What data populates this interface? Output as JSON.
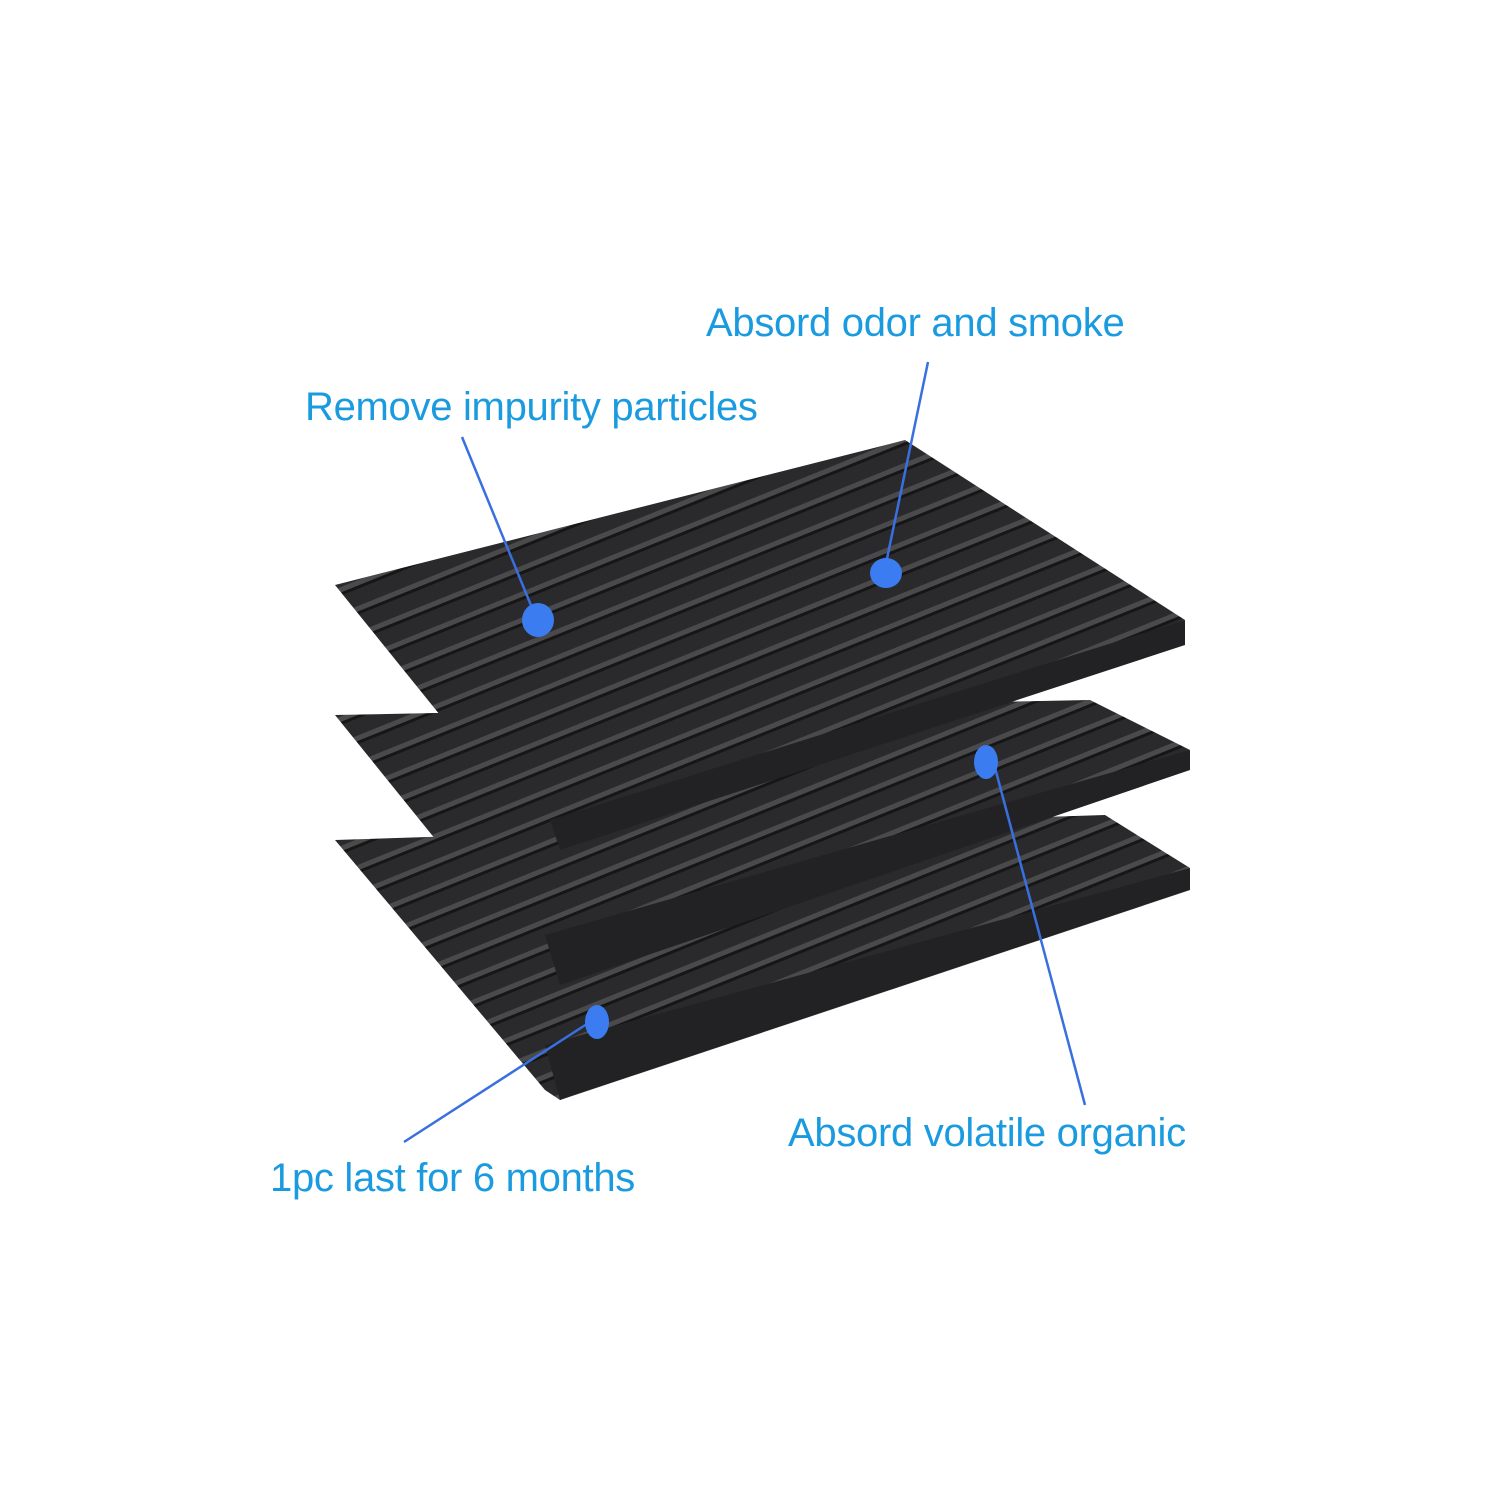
{
  "product": {
    "description": "Three stacked pleated activated carbon filter sheets"
  },
  "callouts": [
    {
      "id": "remove-impurity",
      "text": "Remove impurity particles"
    },
    {
      "id": "absorb-odor",
      "text": "Absord odor and smoke"
    },
    {
      "id": "absorb-voc",
      "text": "Absord volatile organic"
    },
    {
      "id": "lifespan",
      "text": "1pc last for 6 months"
    }
  ],
  "colors": {
    "label": "#1a9be0",
    "dot": "#3b7cf0",
    "line": "#3a6fe0",
    "filter": "#2a2a2c",
    "filter_edge": "#4a4a4c"
  }
}
